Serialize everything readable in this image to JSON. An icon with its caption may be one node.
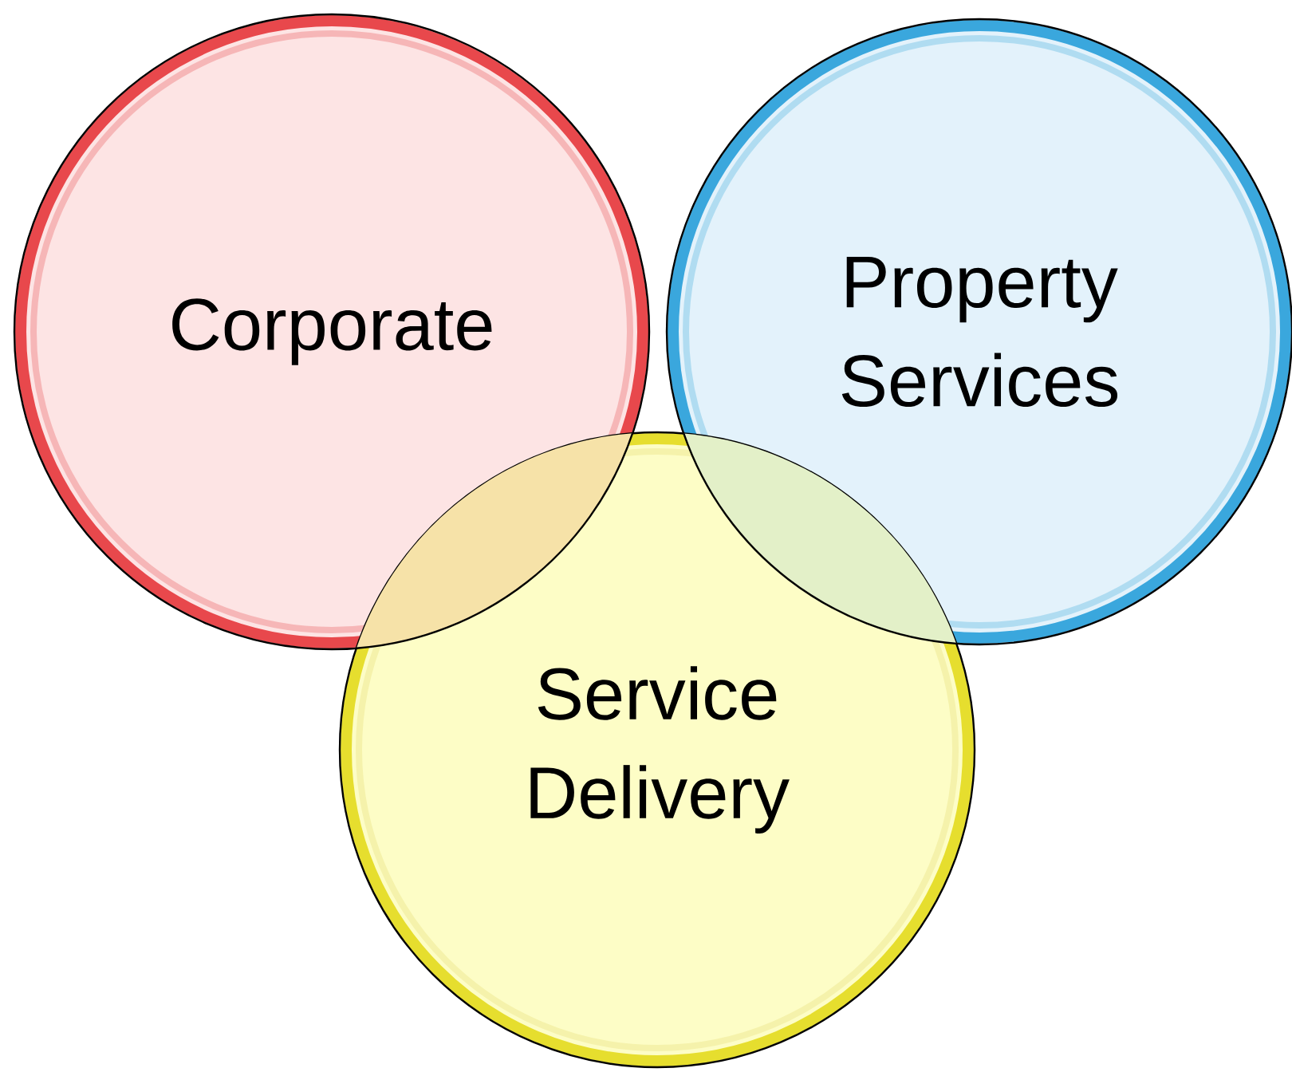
{
  "diagram": {
    "nodes": [
      {
        "text": [
          "Corporate"
        ]
      },
      {
        "text": [
          "Property Services"
        ]
      },
      {
        "text": [
          "Service Delivery"
        ]
      }
    ]
  }
}
